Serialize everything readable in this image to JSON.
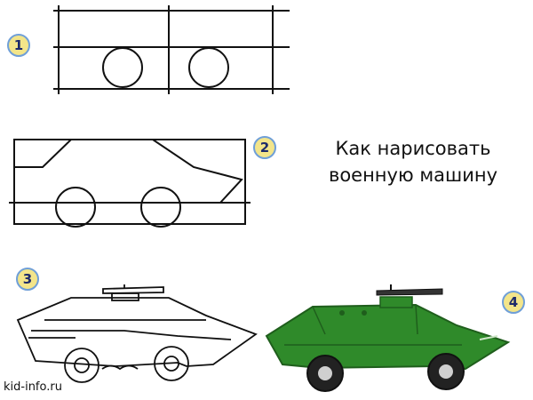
{
  "steps": [
    {
      "number": "1"
    },
    {
      "number": "2"
    },
    {
      "number": "3"
    },
    {
      "number": "4"
    }
  ],
  "title": {
    "line1": "Как нарисовать",
    "line2": "военную машину"
  },
  "site": "kid-info.ru",
  "colors": {
    "badge_fill": "#f3e58a",
    "badge_border": "#6f9fd8",
    "vehicle_green": "#2f8a2a",
    "vehicle_dark": "#1f5e1c"
  }
}
